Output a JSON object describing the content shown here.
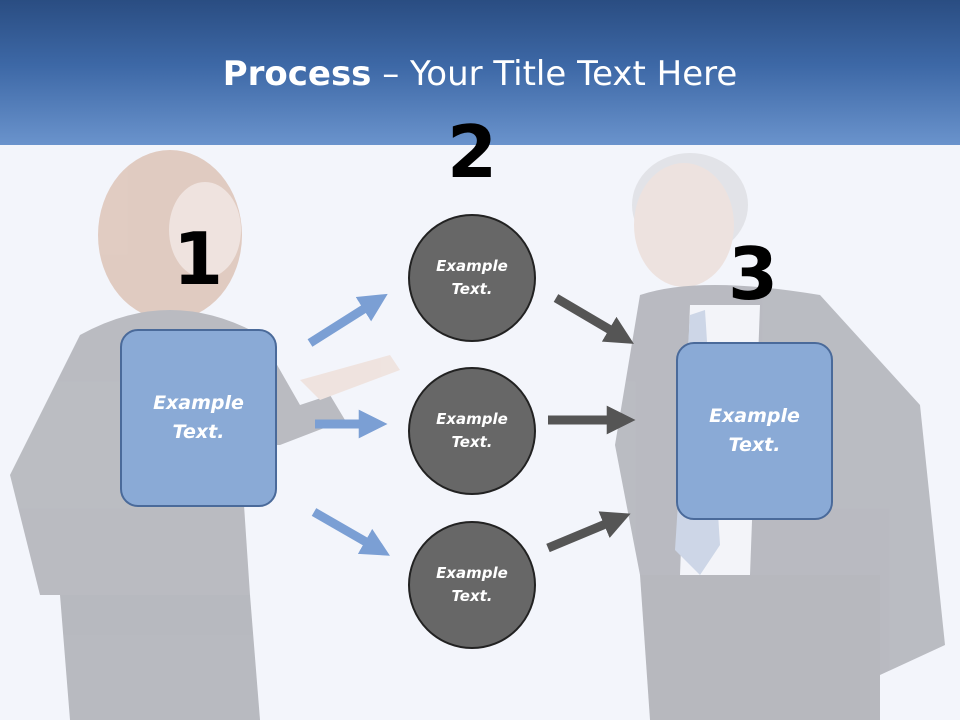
{
  "title": {
    "bold": "Process",
    "rest": " – Your Title Text Here"
  },
  "steps": [
    {
      "number": "1",
      "text_line1": "Example",
      "text_line2": "Text."
    },
    {
      "number": "2"
    },
    {
      "number": "3",
      "text_line1": "Example",
      "text_line2": "Text."
    }
  ],
  "circles": [
    {
      "line1": "Example",
      "line2": "Text."
    },
    {
      "line1": "Example",
      "line2": "Text."
    },
    {
      "line1": "Example",
      "line2": "Text."
    }
  ],
  "colors": {
    "header_top": "#2a4d82",
    "header_bottom": "#6a93cc",
    "box_fill": "#8aaad6",
    "circle_fill": "#676767",
    "blue_arrow": "#7b9fd4",
    "gray_arrow": "#555555"
  }
}
